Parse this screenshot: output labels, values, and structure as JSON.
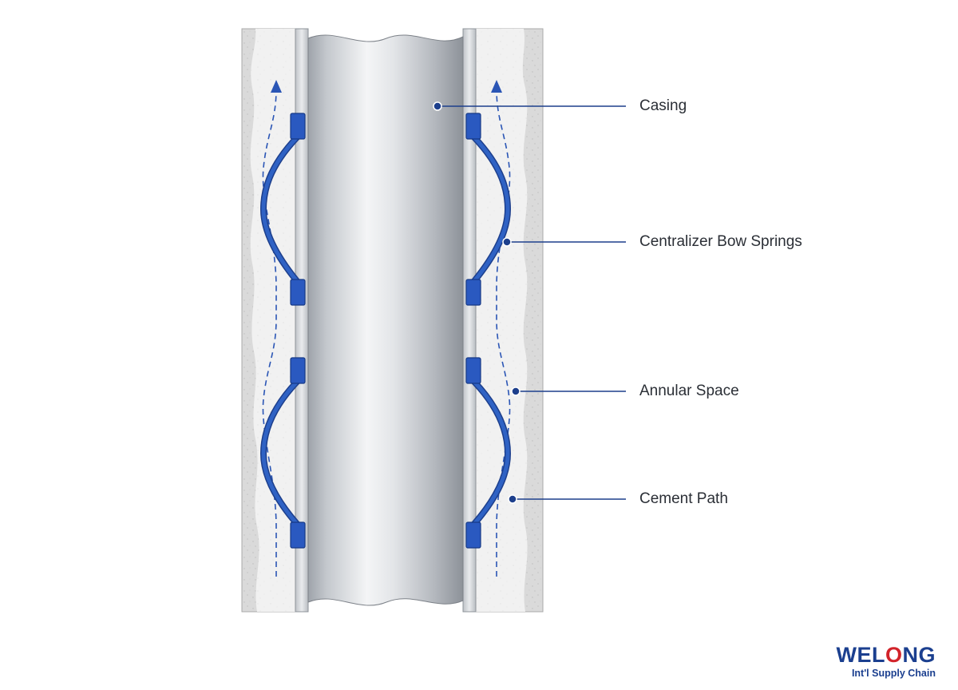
{
  "diagram": {
    "labels": {
      "casing": "Casing",
      "bow_springs": "Centralizer Bow Springs",
      "annular_space": "Annular Space",
      "cement_path": "Cement Path"
    }
  },
  "logo": {
    "word_part1": "WEL",
    "word_part2": "O",
    "word_part3": "NG",
    "subtitle": "Int'l Supply Chain"
  },
  "colors": {
    "accent_blue": "#2a55b5",
    "callout_navy": "#1d3f8c",
    "logo_navy": "#1b3f8f",
    "logo_red": "#d2232a",
    "formation_gray": "#dcdcdc",
    "annulus_gray": "#efefef"
  },
  "icons": [
    "up-arrow-icon",
    "welong-logo-icon"
  ]
}
